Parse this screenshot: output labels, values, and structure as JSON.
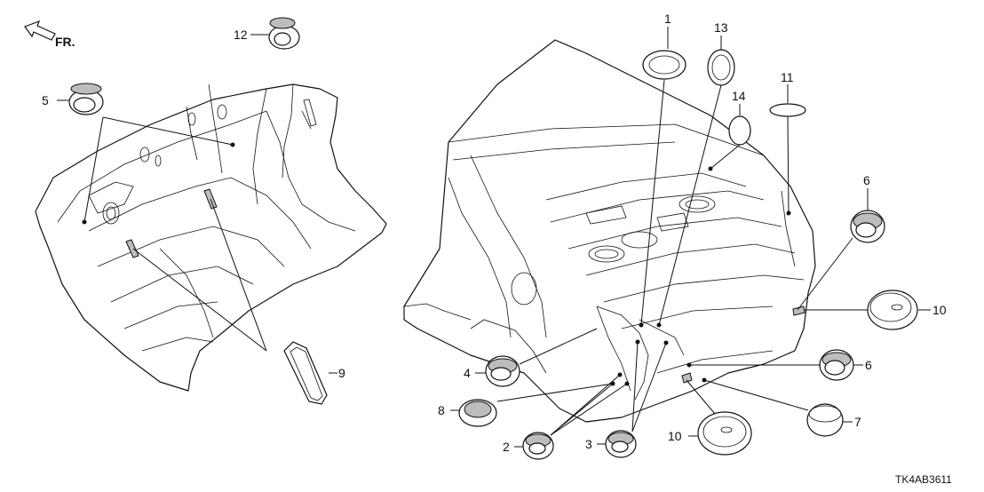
{
  "direction_label": "FR.",
  "diagram_code": "TK4AB3611",
  "callouts": {
    "c1": "1",
    "c2": "2",
    "c3": "3",
    "c4": "4",
    "c5": "5",
    "c6a": "6",
    "c6b": "6",
    "c7": "7",
    "c8": "8",
    "c9": "9",
    "c10a": "10",
    "c10b": "10",
    "c11": "11",
    "c12": "12",
    "c13": "13",
    "c14": "14"
  }
}
